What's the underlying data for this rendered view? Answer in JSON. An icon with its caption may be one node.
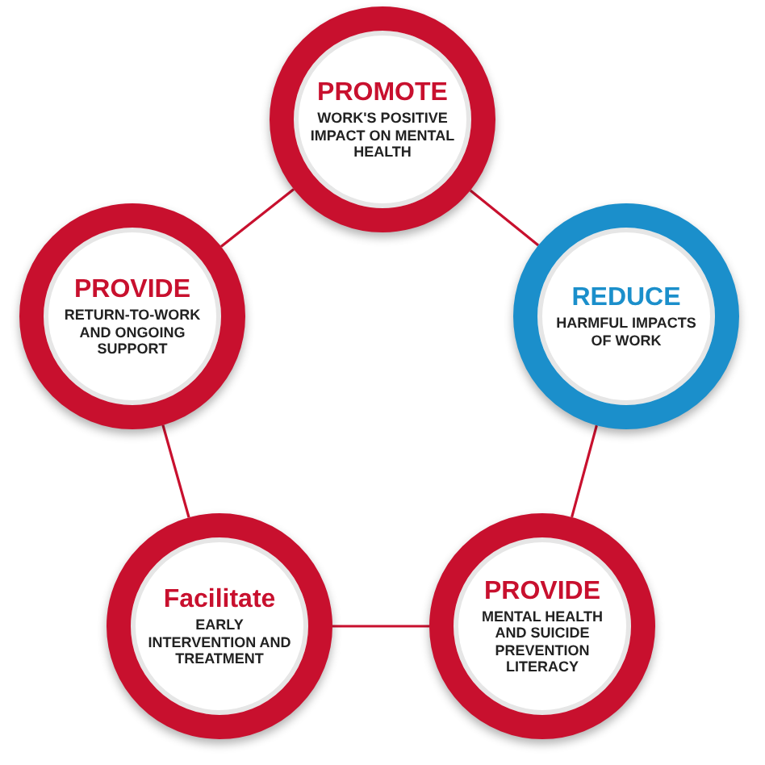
{
  "diagram": {
    "nodes": [
      {
        "text": [
          "PROMOTE",
          "WORK'S POSITIVE IMPACT ON MENTAL HEALTH"
        ]
      },
      {
        "text": [
          "REDUCE",
          "HARMFUL IMPACTS OF WORK"
        ]
      },
      {
        "text": [
          "PROVIDE",
          "MENTAL HEALTH AND SUICIDE PREVENTION LITERACY"
        ]
      },
      {
        "text": [
          "Facilitate",
          "EARLY INTERVENTION AND TREATMENT"
        ]
      },
      {
        "text": [
          "PROVIDE",
          "RETURN-TO-WORK AND ONGOING SUPPORT"
        ]
      }
    ],
    "edges": [
      {
        "from": 0,
        "to": 1,
        "arrow": "none"
      },
      {
        "from": 1,
        "to": 2,
        "arrow": "none"
      },
      {
        "from": 2,
        "to": 3,
        "arrow": "none"
      },
      {
        "from": 3,
        "to": 4,
        "arrow": "none"
      },
      {
        "from": 4,
        "to": 0,
        "arrow": "none"
      }
    ]
  }
}
